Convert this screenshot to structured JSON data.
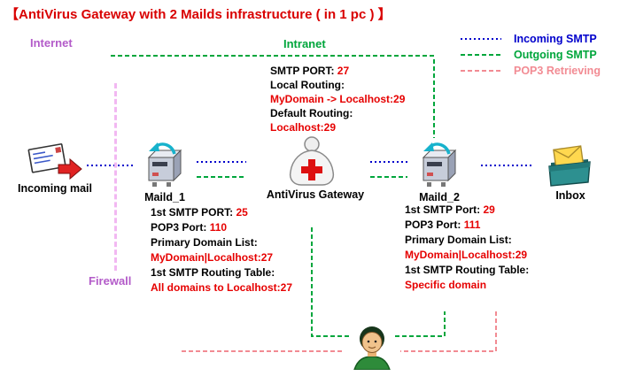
{
  "title": "【AntiVirus Gateway with 2 Mailds infrastructure ( in 1 pc ) 】",
  "labels": {
    "internet": "Internet",
    "intranet": "Intranet",
    "firewall": "Firewall"
  },
  "legend": {
    "incoming": "Incoming SMTP",
    "outgoing": "Outgoing SMTP",
    "pop3": "POP3 Retrieving"
  },
  "nodes": {
    "incoming_mail": {
      "label": "Incoming mail",
      "icon": "envelope-arrow-icon"
    },
    "maild1": {
      "label": "Maild_1",
      "icon": "mail-daemon-icon"
    },
    "gateway": {
      "label": "AntiVirus Gateway",
      "icon": "antivirus-person-icon"
    },
    "maild2": {
      "label": "Maild_2",
      "icon": "mail-daemon-icon"
    },
    "inbox": {
      "label": "Inbox",
      "icon": "inbox-tray-icon"
    },
    "user": {
      "icon": "user-avatar-icon"
    }
  },
  "gateway_block": {
    "lines": [
      {
        "black": "SMTP PORT: ",
        "red": "27"
      },
      {
        "black": "Local Routing:",
        "red": ""
      },
      {
        "black": "",
        "red": "MyDomain -> Localhost:29"
      },
      {
        "black": "Default Routing:",
        "red": ""
      },
      {
        "black": "",
        "red": "Localhost:29"
      }
    ]
  },
  "maild1_block": {
    "lines": [
      {
        "black": "1st SMTP PORT: ",
        "red": "25"
      },
      {
        "black": "POP3 Port: ",
        "red": "110"
      },
      {
        "black": "Primary Domain List:",
        "red": ""
      },
      {
        "black": "",
        "red": "MyDomain|Localhost:27"
      },
      {
        "black": "1st SMTP Routing Table:",
        "red": ""
      },
      {
        "black": "",
        "red": "All domains to Localhost:27"
      }
    ]
  },
  "maild2_block": {
    "lines": [
      {
        "black": "1st SMTP Port: ",
        "red": "29"
      },
      {
        "black": "POP3 Port: ",
        "red": "111"
      },
      {
        "black": "Primary Domain List:",
        "red": ""
      },
      {
        "black": "",
        "red": "MyDomain|Localhost:29"
      },
      {
        "black": "1st SMTP Routing Table:",
        "red": ""
      },
      {
        "black": "",
        "red": "Specific domain"
      }
    ]
  },
  "colors": {
    "title_red": "#d90000",
    "value_red": "#e60000",
    "incoming_blue": "#0000cc",
    "outgoing_green": "#00a63c",
    "pop3_pink": "#f28b93",
    "label_purple": "#b35bc9",
    "firewall_line": "#f2b8f2"
  }
}
